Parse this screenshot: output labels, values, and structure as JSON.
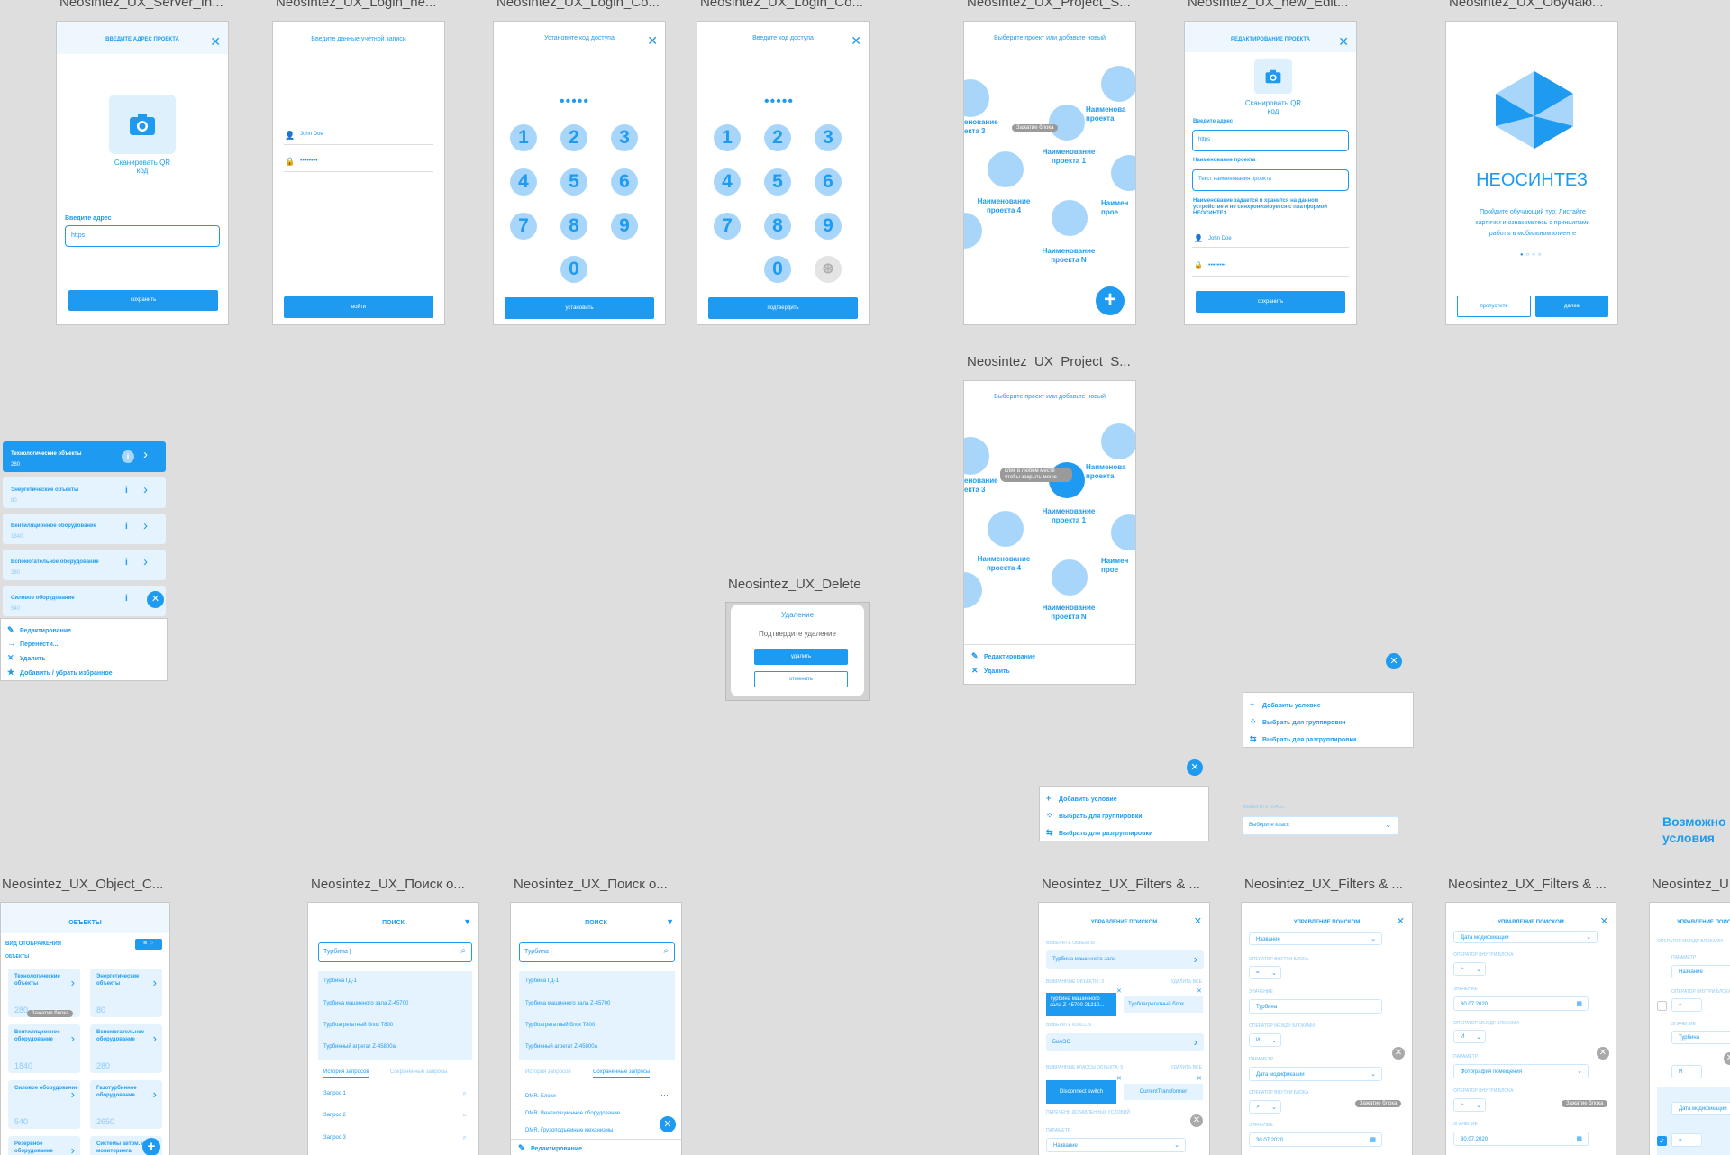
{
  "labels": {
    "server_in": "Neosintez_UX_Server_In...",
    "login_new": "Neosintez_UX_Login_ne...",
    "login_co1": "Neosintez_UX_Login_Co...",
    "login_co2": "Neosintez_UX_Login_Co...",
    "project_s1": "Neosintez_UX_Project_S...",
    "new_edit": "Neosintez_UX_new_Edit...",
    "obuchayu": "Neosintez_UX_Обучаю...",
    "project_s2": "Neosintez_UX_Project_S...",
    "delete": "Neosintez_UX_Delete",
    "object_c": "Neosintez_UX_Object_C...",
    "poisk1": "Neosintez_UX_Поиск о...",
    "poisk2": "Neosintez_UX_Поиск о...",
    "filters1": "Neosintez_UX_Filters & ...",
    "filters2": "Neosintez_UX_Filters & ...",
    "filters3": "Neosintez_UX_Filters & ...",
    "filters4": "Neosintez_U"
  },
  "server": {
    "title": "ВВЕДИТЕ АДРЕС ПРОЕКТА",
    "scan": "Сканировать QR код",
    "addr_label": "Введите адрес",
    "addr_value": "https",
    "save": "сохранить"
  },
  "login": {
    "title": "Введите данные учетной записи",
    "user": "John Doe",
    "password": "••••••••",
    "enter": "войти"
  },
  "pin1": {
    "title": "Установите код доступа",
    "dots": "•••••",
    "button": "установить"
  },
  "pin2": {
    "title": "Введите код доступа",
    "dots": "•••••",
    "button": "подтвердить"
  },
  "keypad": [
    "1",
    "2",
    "3",
    "4",
    "5",
    "6",
    "7",
    "8",
    "9",
    "0"
  ],
  "project": {
    "title": "Выберите проект или добавьте новый",
    "p1": "Наименование проекта 1",
    "p3": "енование\nекта 3",
    "p4": "Наименование проекта 4",
    "pn": "Наименование проекта N",
    "pr1": "Наименова\nпроекта",
    "pr2": "Наимен\nпрое",
    "chip1": "Зажатие блока",
    "chip2": "клик в любом месте чтобы закрыть меню",
    "edit": "Редактирование",
    "del": "Удалить"
  },
  "edit_project": {
    "title": "РЕДАКТИРОВАНИЕ ПРОЕКТА",
    "scan": "Сканировать QR код",
    "addr_label": "Введите адрес",
    "addr_value": "https",
    "name_label": "Наименование проекта",
    "name_value": "Текст наименования проекта",
    "note": "Наименование задается и хранится на данном устройстве и не синхронизируется с платформой НЕОСИНТЕЗ",
    "user": "John Doe",
    "password": "••••••••",
    "save": "сохранить"
  },
  "onboarding": {
    "brand": "НЕОСИНТЕЗ",
    "text": "Пройдите обучающий тур: Листайте карточки и ознакомьтесь с принципами работы в мобильном клиенте",
    "skip": "пропустить",
    "next": "далее"
  },
  "delete_dlg": {
    "title": "Удаление",
    "confirm": "Подтвердите удаление",
    "del": "удалить",
    "cancel": "отменить"
  },
  "list": {
    "items": [
      {
        "name": "Технологические объекты",
        "count": "280"
      },
      {
        "name": "Энергетические объекты",
        "count": "80"
      },
      {
        "name": "Вентиляционное оборудование",
        "count": "1840"
      },
      {
        "name": "Вспомогательное оборудование",
        "count": "280"
      },
      {
        "name": "Силовое оборудование",
        "count": "540"
      }
    ],
    "menu": [
      "Редактирование",
      "Перенести...",
      "Удалить",
      "Добавить / убрать избранное"
    ]
  },
  "conditions": {
    "add": "Добавить условие",
    "group": "Выбрать для группировки",
    "ungroup": "Выбрать для разгруппировки",
    "class_label": "ВЫБЕРИТЕ КЛАСС",
    "class_value": "Выберите класс",
    "possible": "Возможно условия"
  },
  "objects": {
    "title": "ОБЪЕКТЫ",
    "view": "ВИД ОТОБРАЖЕНИЯ",
    "sub": "ОБЪЕКТЫ",
    "chip": "Зажатие блока",
    "cards": [
      {
        "name": "Технологические объекты",
        "count": "280"
      },
      {
        "name": "Энергетические объекты",
        "count": "80"
      },
      {
        "name": "Вентиляционное оборудование",
        "count": "1840"
      },
      {
        "name": "Вспомогательное оборудование",
        "count": "280"
      },
      {
        "name": "Силовое оборудование",
        "count": "540"
      },
      {
        "name": "Газотурбинное оборудование",
        "count": "2650"
      },
      {
        "name": "Резервное оборудование",
        "count": ""
      },
      {
        "name": "Системы автом. и мониторинга",
        "count": ""
      }
    ]
  },
  "search": {
    "title": "ПОИСК",
    "query": "Турбина |",
    "results": [
      "Турбина ГД-1",
      "Турбина машинного зала Z-45700",
      "Турбоагрегатный блок Т800",
      "Турбинный агрегат Z-45800a"
    ],
    "tab_history": "История запросов",
    "tab_saved": "Сохраненные запросы",
    "history": [
      "Запрос 1",
      "Запрос 2",
      "Запрос 3"
    ],
    "saved": [
      "DMR. Блоки",
      "DMR. Вентиляционное оборудование...",
      "DMR. Грузоподъемные механизмы"
    ],
    "edit": "Редактирование"
  },
  "filters": {
    "title": "УПРАВЛЕНИЕ ПОИСКОМ",
    "objects_label": "ВЫБЕРИТЕ ОБЪЕКТЫ",
    "object_value": "Турбина машинного зала",
    "chosen_label": "ВЫБРАННЫЕ ОБЪЕКТЫ: 3",
    "delete_all": "УДАЛИТЬ ВСЕ",
    "chip_a": "Турбина машинного зала Z-45700 21210...",
    "chip_b": "Турбоагрегатный блок",
    "classes_label": "ВЫБЕРИТЕ КЛАССЫ",
    "class_value": "БиАЭС",
    "chosen_classes": "ВЫБРАННЫЕ КЛАССЫ ОБЪЕКТА: 5",
    "chip_c": "Disconnect switch",
    "chip_d": "CurrentTransformer",
    "conds_label": "ПЕРЕЧЕНЬ ДОБАВЛЕННЫХ УСЛОВИЙ",
    "param_label": "ПАРАМЕТР",
    "param_value": "Название",
    "op_label": "ОПЕРАТОР ВНУТРИ БЛОКА",
    "op_value": "=",
    "value_label": "ЗНАЧЕНИЕ",
    "value_value": "Турбина",
    "between_label": "ОПЕРАТОР МЕЖДУ БЛОКАМИ",
    "between_value": "И",
    "date_param": "Дата модификации",
    "op_gt": ">",
    "date_value": "30.07.2020",
    "photo_param": "Фотография помещения",
    "chip": "Зажатие блока"
  }
}
